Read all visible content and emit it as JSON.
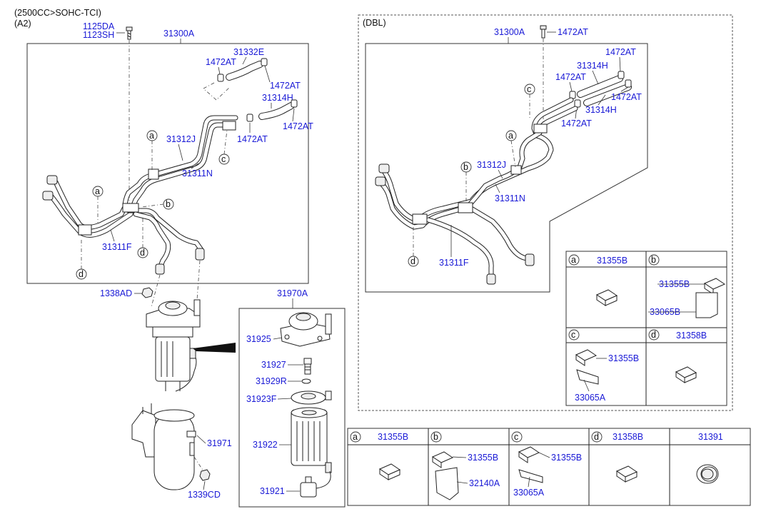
{
  "header": {
    "engine": "(2500CC>SOHC-TCI)",
    "variant": "(A2)"
  },
  "left": {
    "bolt_labels": [
      "1125DA",
      "1123SH"
    ],
    "assembly": "31300A",
    "hose_top": "31332E",
    "clamp_a": "1472AT",
    "clamp_b": "1472AT",
    "hose_mid": "31314H",
    "clamp_c": "1472AT",
    "clamp_d": "1472AT",
    "pipe_j": "31312J",
    "pipe_n": "31311N",
    "pipe_f": "31311F",
    "nut": "1338AD"
  },
  "filter": {
    "assembly": "31970A",
    "head": "31925",
    "fitting": "31927",
    "oring": "31929R",
    "gasket": "31923F",
    "cartridge": "31922",
    "sensor": "31921",
    "bracket": "31971",
    "bracket_nut": "1339CD"
  },
  "right": {
    "section": "(DBL)",
    "assembly": "31300A",
    "bolt": "1472AT",
    "clamp_1": "1472AT",
    "hose_1": "31314H",
    "clamp_2": "1472AT",
    "clamp_3": "1472AT",
    "hose_2": "31314H",
    "clamp_4": "1472AT",
    "pipe_j": "31312J",
    "pipe_n": "31311N",
    "pipe_f": "31311F"
  },
  "letters": {
    "a": "a",
    "b": "b",
    "c": "c",
    "d": "d"
  },
  "table_dbl": {
    "a": "31355B",
    "b1": "31355B",
    "b2": "33065B",
    "c1": "31355B",
    "c2": "33065A",
    "d": "31358B"
  },
  "table_bottom": {
    "a": "31355B",
    "b1": "31355B",
    "b2": "32140A",
    "c1": "31355B",
    "c2": "33065A",
    "d": "31358B",
    "e": "31391"
  }
}
